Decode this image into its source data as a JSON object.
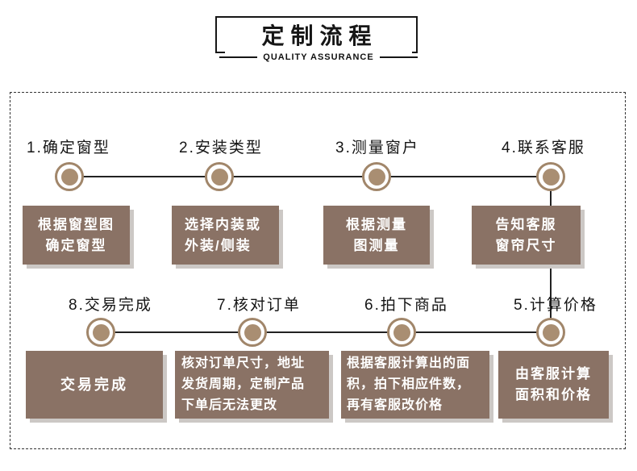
{
  "header": {
    "title": "定制流程",
    "subtitle": "QUALITY ASSURANCE"
  },
  "steps": [
    {
      "label": "1.确定窗型",
      "desc": "根据窗型图\n确定窗型"
    },
    {
      "label": "2.安装类型",
      "desc": "选择内装或\n外装/侧装"
    },
    {
      "label": "3.测量窗户",
      "desc": "根据测量\n图测量"
    },
    {
      "label": "4.联系客服",
      "desc": "告知客服\n窗帘尺寸"
    },
    {
      "label": "5.计算价格",
      "desc": "由客服计算\n面积和价格"
    },
    {
      "label": "6.拍下商品",
      "desc": "根据客服计算出的面\n积，拍下相应件数，\n再有客服改价格"
    },
    {
      "label": "7.核对订单",
      "desc": "核对订单尺寸，地址\n发货周期，定制产品\n下单后无法更改"
    },
    {
      "label": "8.交易完成",
      "desc": "交易完成"
    }
  ],
  "colors": {
    "box_bg": "#8a7265",
    "circle_ring": "#a1866a",
    "circle_fill": "#a98e72",
    "line": "#222222"
  }
}
